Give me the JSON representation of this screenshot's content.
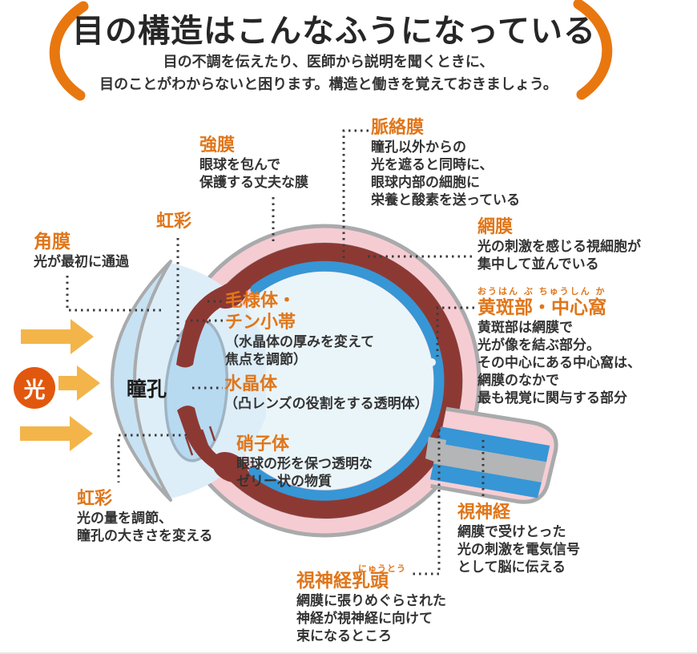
{
  "header": {
    "title": "目の構造はこんなふうになっている",
    "subtitle_line1": "目の不調を伝えたり、医師から説明を聞くときに、",
    "subtitle_line2": "目のことがわからないと困ります。構造と働きを覚えておきましょう。"
  },
  "light_source": {
    "label": "光"
  },
  "labels": {
    "sclera": {
      "name": "強膜",
      "desc": [
        "眼球を包んで",
        "保護する丈夫な膜"
      ]
    },
    "choroid": {
      "name": "脈絡膜",
      "desc": [
        "瞳孔以外からの",
        "光を遮ると同時に、",
        "眼球内部の細胞に",
        "栄養と酸素を送っている"
      ]
    },
    "iris_top": {
      "name": "虹彩"
    },
    "cornea": {
      "name": "角膜",
      "desc": [
        "光が最初に通過"
      ]
    },
    "retina": {
      "name": "網膜",
      "desc": [
        "光の刺激を感じる視細胞が",
        "集中して並んでいる"
      ]
    },
    "macula": {
      "furigana": "おうはん ぶ ちゅうしん か",
      "name": "黄斑部・中心窩",
      "desc": [
        "黄斑部は網膜で",
        "光が像を結ぶ部分。",
        "その中心にある中心窩は、",
        "網膜のなかで",
        "最も視覚に関与する部分"
      ]
    },
    "ciliary": {
      "name_line1": "毛様体・",
      "name_line2": "チン小帯",
      "desc": [
        "（水晶体の厚みを変えて",
        "焦点を調節）"
      ]
    },
    "pupil": {
      "name": "瞳孔"
    },
    "lens": {
      "name": "水晶体",
      "desc": [
        "（凸レンズの役割をする透明体）"
      ]
    },
    "vitreous": {
      "name": "硝子体",
      "desc": [
        "眼球の形を保つ透明な",
        "ゼリー状の物質"
      ]
    },
    "iris_bottom": {
      "name": "虹彩",
      "desc": [
        "光の量を調節、",
        "瞳孔の大きさを変える"
      ]
    },
    "optic_nerve": {
      "name": "視神経",
      "desc": [
        "網膜で受けとった",
        "光の刺激を電気信号",
        "として脳に伝える"
      ]
    },
    "optic_disc": {
      "furigana": "にゅうとう",
      "name": "視神経乳頭",
      "desc": [
        "網膜に張りめぐらされた",
        "神経が視神経に向けて",
        "束になるところ"
      ]
    }
  },
  "colors": {
    "accent_orange": "#e0761a",
    "bracket_orange": "#e8770f",
    "light_circle_orange": "#e2570e",
    "arrow_yellow": "#f3b54a",
    "sclera_pink": "#f6ccd3",
    "choroid_maroon": "#8d3933",
    "retina_blue": "#3796d5",
    "vitreous_pale_blue": "#eaf5fa",
    "cornea_blue": "#c7e2f3",
    "lens_blue": "#b7daf1",
    "nerve_gray": "#b4b5b7",
    "outline_gray": "#a9aaac",
    "text_dark": "#333333"
  }
}
